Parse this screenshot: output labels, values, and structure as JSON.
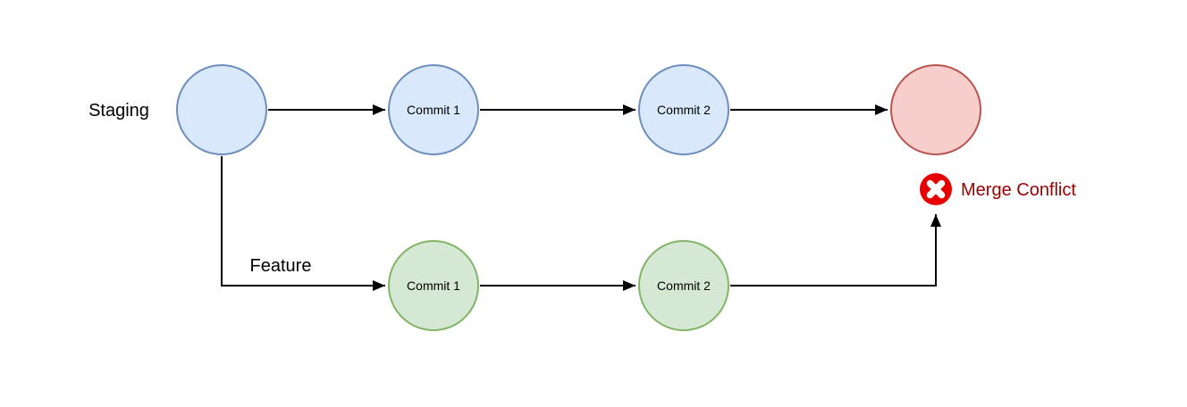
{
  "diagram": {
    "branches": {
      "staging": {
        "label": "Staging",
        "commits": [
          {
            "label": "Commit 1"
          },
          {
            "label": "Commit 2"
          }
        ]
      },
      "feature": {
        "label": "Feature",
        "commits": [
          {
            "label": "Commit 1"
          },
          {
            "label": "Commit 2"
          }
        ]
      }
    },
    "merge_conflict": {
      "label": "Merge Conflict",
      "icon": "x-circle-error-icon"
    },
    "edges": [
      {
        "from": "staging-start-node",
        "to": "staging-commit-1"
      },
      {
        "from": "staging-commit-1",
        "to": "staging-commit-2"
      },
      {
        "from": "staging-commit-2",
        "to": "merge-result-node"
      },
      {
        "from": "staging-start-node",
        "to": "feature-commit-1",
        "label": "Feature"
      },
      {
        "from": "feature-commit-1",
        "to": "feature-commit-2"
      },
      {
        "from": "feature-commit-2",
        "to": "merge-conflict-badge"
      }
    ],
    "colors": {
      "staging_fill": "#dae8fc",
      "staging_stroke": "#6c8ebf",
      "feature_fill": "#d5e8d4",
      "feature_stroke": "#82b366",
      "conflict_node_fill": "#f8cecc",
      "conflict_node_stroke": "#b85450",
      "error_badge_fill": "#e60000",
      "error_badge_glyph": "#ffffff",
      "conflict_text": "#990000",
      "connector": "#000000",
      "background": "#ffffff"
    }
  }
}
